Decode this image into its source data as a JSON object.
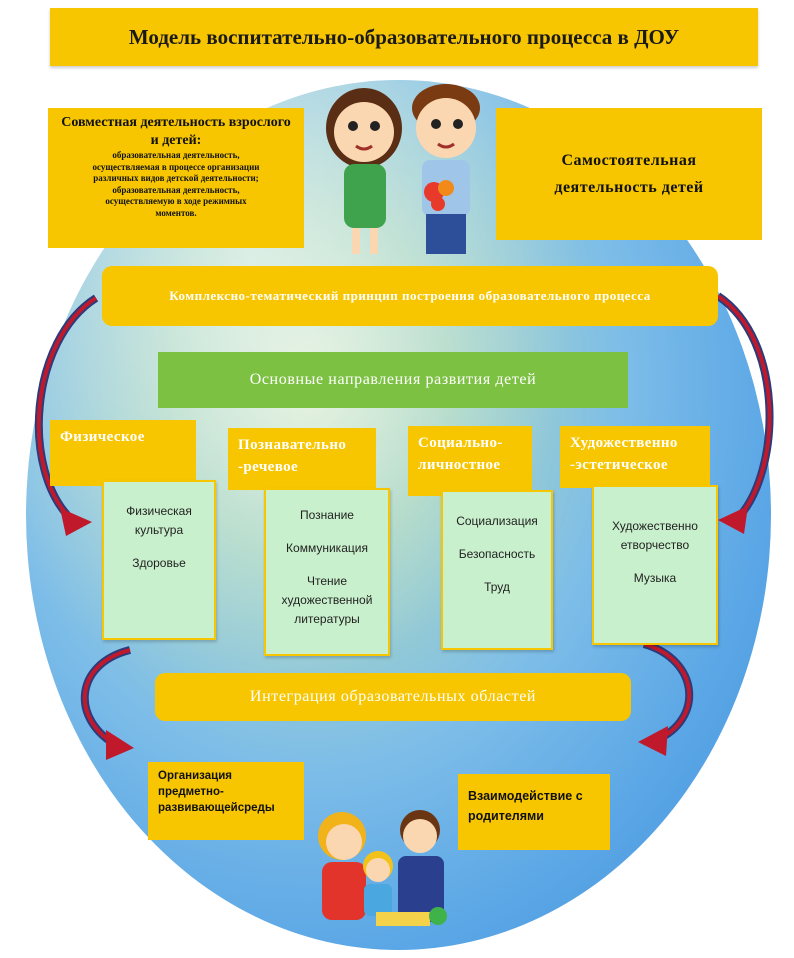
{
  "title": "Модель воспитательно-образовательного процесса в ДОУ",
  "joint_activity": {
    "heading": "Совместная деятельность взрослого и детей:",
    "lines": [
      "образовательная деятельность,",
      "осуществляемая в процессе организации",
      "различных видов детской деятельности;",
      "образовательная деятельность,",
      "осуществляемую в ходе режимных",
      "моментов."
    ]
  },
  "independent_activity": "Самостоятельная деятельность детей",
  "principle": "Комплексно-тематический принцип построения образовательного процесса",
  "directions": "Основные направления развития детей",
  "areas": [
    {
      "name": "Физическое",
      "items": [
        "Физическая культура",
        "Здоровье"
      ]
    },
    {
      "name": "Познавательно -речевое",
      "items": [
        "Познание",
        "Коммуникация",
        "Чтение художественной литературы"
      ]
    },
    {
      "name": "Социально-личностное",
      "items": [
        "Социализация",
        "Безопасность",
        "Труд"
      ]
    },
    {
      "name": "Художественно -эстетическое",
      "items": [
        "Художественно етворчество",
        "Музыка"
      ]
    }
  ],
  "integration": "Интеграция образовательных областей",
  "organization": "Организация предметно-развивающейсреды",
  "parents": "Взаимодействие с родителями",
  "colors": {
    "yellow": "#f7c600",
    "green": "#7cc142",
    "mint": "#c9f0cc",
    "arrow": "#c0192c"
  }
}
